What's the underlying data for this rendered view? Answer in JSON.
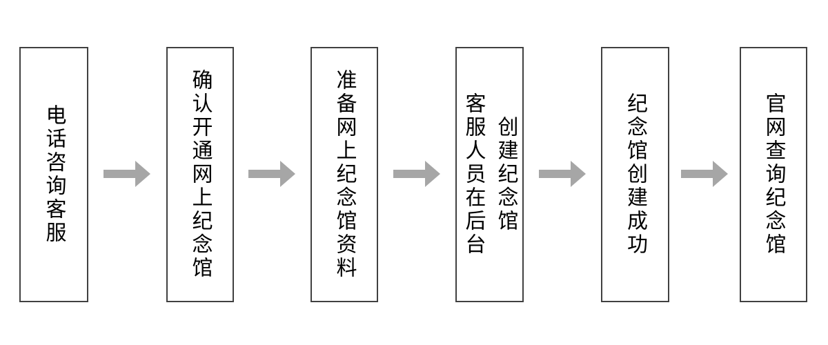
{
  "flow": {
    "steps": [
      {
        "lines": [
          "电话咨询客服"
        ]
      },
      {
        "lines": [
          "确认开通网上纪念馆"
        ]
      },
      {
        "lines": [
          "准备网上纪念馆资料"
        ]
      },
      {
        "lines": [
          "客服人员在后台",
          "创建纪念馆"
        ]
      },
      {
        "lines": [
          "纪念馆创建成功"
        ]
      },
      {
        "lines": [
          "官网查询纪念馆"
        ]
      }
    ],
    "connector_icon": "right-arrow",
    "colors": {
      "box_border": "#404040",
      "arrow_fill": "#a6a6a6",
      "text": "#000000",
      "background": "#ffffff"
    }
  }
}
